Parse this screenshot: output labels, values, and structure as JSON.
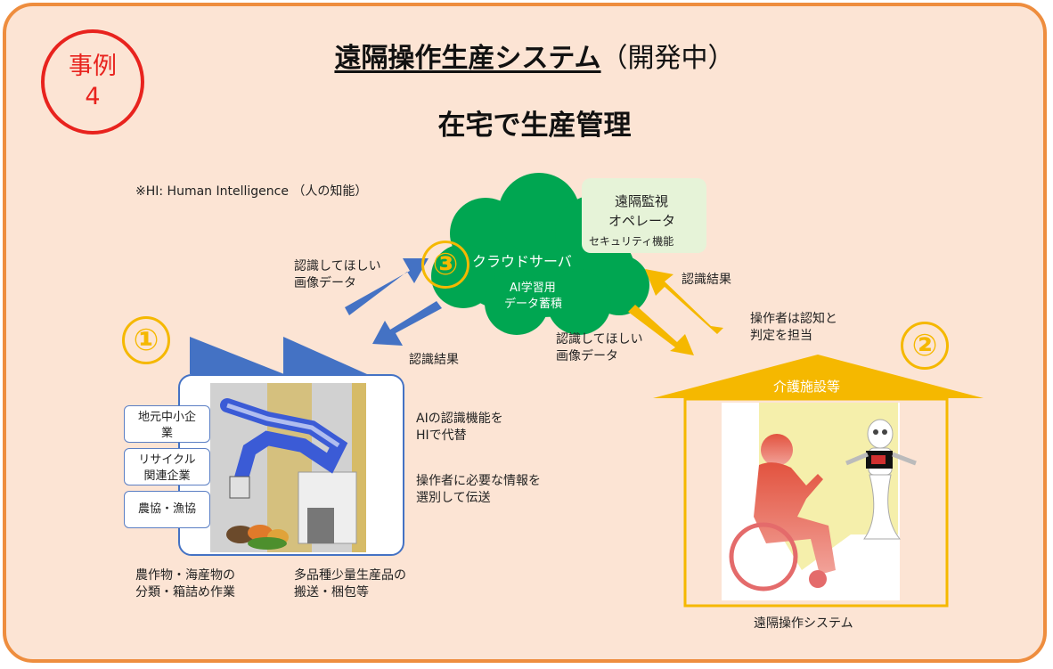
{
  "case_label": {
    "line1": "事例",
    "line2": "4"
  },
  "title": {
    "main": "遠隔操作生産システム",
    "sub": "（開発中）"
  },
  "subtitle": "在宅で生産管理",
  "note": "※HI: Human Intelligence （人の知能）",
  "cloud": {
    "label": "クラウドサーバ",
    "sub1": "AI学習用",
    "sub2": "データ蓄積",
    "number": "③"
  },
  "operator": {
    "line1": "遠隔監視",
    "line2": "オペレータ",
    "line3": "セキュリティ機能"
  },
  "left_arrow_labels": {
    "up_line1": "認識してほしい",
    "up_line2": "画像データ",
    "down": "認識結果"
  },
  "right_arrow_labels": {
    "up": "認識結果",
    "down_line1": "認識してほしい",
    "down_line2": "画像データ"
  },
  "operator_role": {
    "line1": "操作者は認知と",
    "line2": "判定を担当"
  },
  "left_site": {
    "number": "①",
    "orgs": [
      {
        "line1": "地元中小企",
        "line2": "業"
      },
      {
        "line1": "リサイクル",
        "line2": "関連企業"
      },
      {
        "line1": "農協・漁協",
        "line2": ""
      }
    ],
    "caption1_line1": "農作物・海産物の",
    "caption1_line2": "分類・箱詰め作業",
    "caption2_line1": "多品種少量生産品の",
    "caption2_line2": "搬送・梱包等"
  },
  "ai_notes": {
    "a_line1": "AIの認識機能を",
    "a_line2": "HIで代替",
    "b_line1": "操作者に必要な情報を",
    "b_line2": "選別して伝送"
  },
  "right_site": {
    "number": "②",
    "roof_label": "介護施設等",
    "caption": "遠隔操作システム"
  },
  "colors": {
    "border": "#ee8d3e",
    "background": "#fce4d4",
    "accent_red": "#e8231e",
    "blue": "#4472c4",
    "gold": "#f5b800",
    "cloud_green": "#00a651"
  }
}
